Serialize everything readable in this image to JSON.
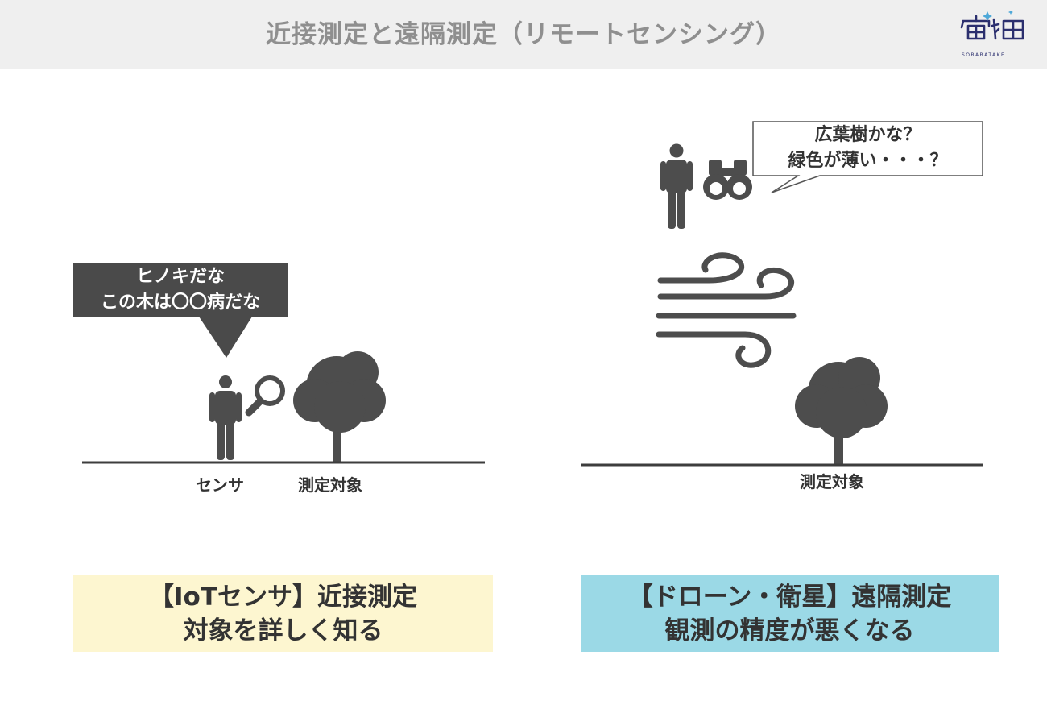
{
  "header": {
    "title": "近接測定と遠隔測定（リモートセンシング）",
    "logo_text": "宙畑",
    "logo_sub": "SORABATAKE"
  },
  "left_panel": {
    "bubble_line1": "ヒノキだな",
    "bubble_line2": "この木は〇〇病だな",
    "label_sensor": "センサ",
    "label_target": "測定対象",
    "caption_line1": "【IoTセンサ】近接測定",
    "caption_line2": "対象を詳しく知る"
  },
  "right_panel": {
    "bubble_line1": "広葉樹かな？",
    "bubble_line2": "緑色が薄い・・・？",
    "label_target": "測定対象",
    "caption_line1": "【ドローン・衛星】遠隔測定",
    "caption_line2": "観測の精度が悪くなる"
  },
  "colors": {
    "icon": "#4d4d4d",
    "header_bg": "#efefef",
    "header_text": "#8f8f8f",
    "left_caption_bg": "#fdf6d0",
    "right_caption_bg": "#9bd9e6",
    "dark_bubble_bg": "#4a4a4a"
  }
}
